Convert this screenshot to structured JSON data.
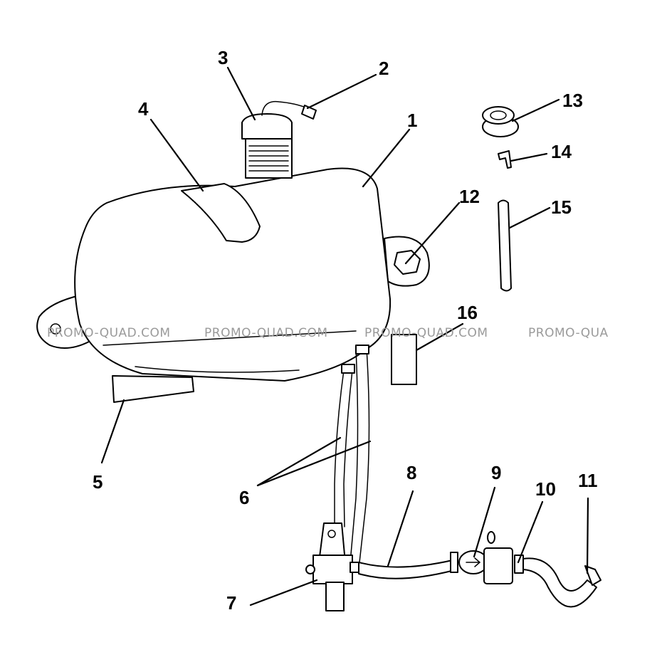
{
  "watermark": "PROMO-QUAD.COM",
  "watermark_partial": "PROMO-QUA",
  "callouts": {
    "c1": "1",
    "c2": "2",
    "c3": "3",
    "c4": "4",
    "c5": "5",
    "c6": "6",
    "c7": "7",
    "c8": "8",
    "c9": "9",
    "c10": "10",
    "c11": "11",
    "c12": "12",
    "c13": "13",
    "c14": "14",
    "c15": "15",
    "c16": "16"
  },
  "colors": {
    "line": "#000000",
    "watermark": "#9a9a9a",
    "background": "#ffffff"
  }
}
